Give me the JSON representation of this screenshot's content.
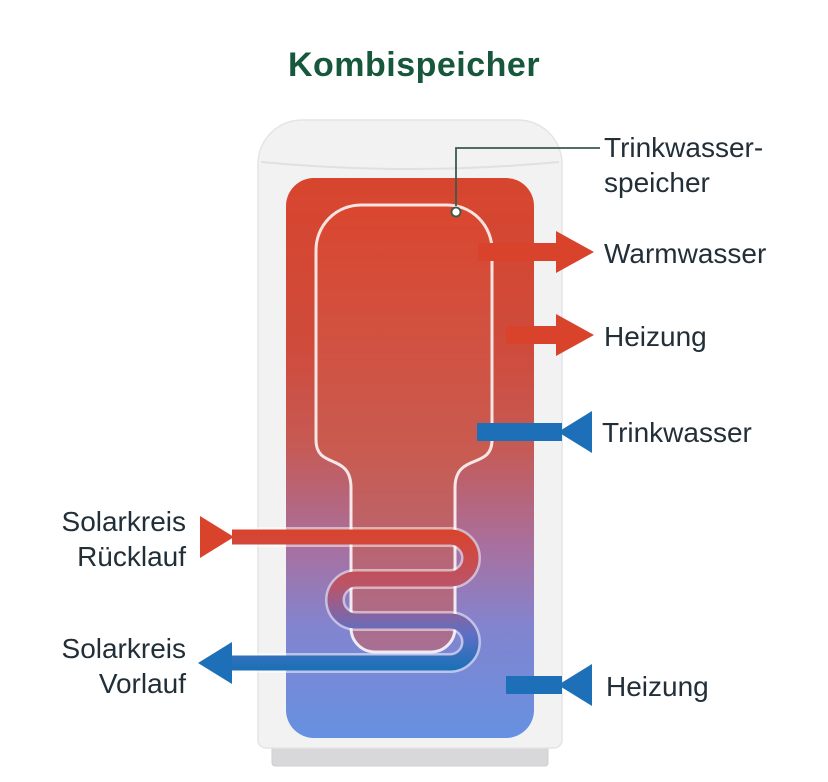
{
  "title": "Kombispeicher",
  "colors": {
    "title": "#17573c",
    "text": "#222f38",
    "red": "#d9432c",
    "blue": "#1d70b7",
    "gradient_top": "#d7452e",
    "gradient_bottom": "#6591e1",
    "tank_body": "#f2f2f3",
    "tank_base": "#d8d8db",
    "leader": "#3a5a4e"
  },
  "labels": {
    "trinkwasserspeicher_line1": "Trinkwasser-",
    "trinkwasserspeicher_line2": "speicher",
    "warmwasser": "Warmwasser",
    "heizung_top": "Heizung",
    "trinkwasser": "Trinkwasser",
    "solarkreis_ruecklauf_line1": "Solarkreis",
    "solarkreis_ruecklauf_line2": "Rücklauf",
    "solarkreis_vorlauf_line1": "Solarkreis",
    "solarkreis_vorlauf_line2": "Vorlauf",
    "heizung_bottom": "Heizung"
  }
}
